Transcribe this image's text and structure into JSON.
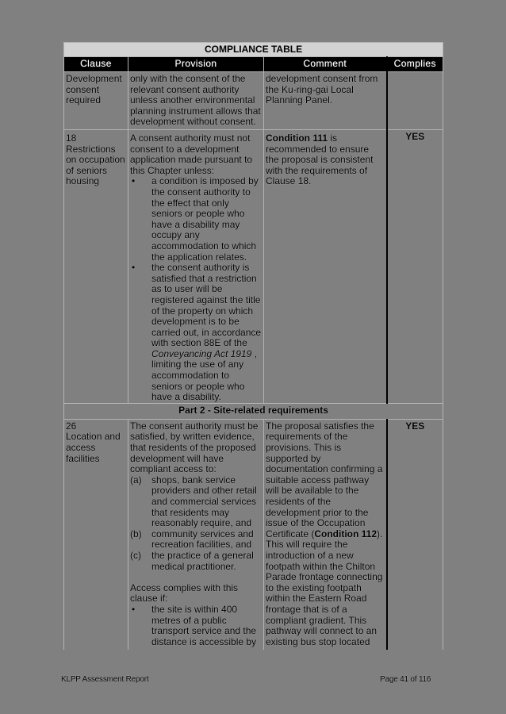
{
  "table": {
    "title": "COMPLIANCE TABLE",
    "headers": {
      "clause": "Clause",
      "provision": "Provision",
      "comment": "Comment",
      "complies": "Complies"
    },
    "row1": {
      "clause": "Development consent required",
      "provision": "only with the consent of the relevant consent authority unless another environmental planning instrument allows that development without consent.",
      "comment": "development consent from the Ku-ring-gai Local Planning Panel.",
      "complies": ""
    },
    "row2": {
      "clause_number": "18",
      "clause": "Restrictions on occupation of seniors housing",
      "provision_intro": "A consent authority must not consent to a development application made pursuant to this Chapter unless:",
      "bullet_marker": "•",
      "bullets": [
        {
          "text": "a condition is imposed by the consent authority to the effect that only seniors or people who have a disability may occupy any accommodation to which the application relates."
        },
        {
          "text_before": "the consent authority is satisfied that a restriction as to user will be registered against the title of the property on which development is to be carried out, in accordance with section 88E of the ",
          "text_italic": "Conveyancing Act 1919",
          "text_after": " , limiting the use of any accommodation to seniors or people who have a disability."
        }
      ],
      "comment_bold": "Condition 111",
      "comment": " is recommended to ensure the proposal is consistent with the requirements of Clause 18.",
      "complies": "YES"
    },
    "part_heading": "Part 2 - Site-related requirements",
    "row3": {
      "clause_number": "26",
      "clause": "Location and access facilities",
      "provision_intro": "The consent authority must be satisfied, by written evidence, that residents of the proposed development will have compliant access to:",
      "lettered_items": [
        {
          "marker": "(a)",
          "text": "shops, bank service providers and other retail and commercial services that residents may reasonably require, and"
        },
        {
          "marker": "(b)",
          "text": "community services and recreation facilities, and"
        },
        {
          "marker": "(c)",
          "text": "the practice of a general medical practitioner."
        }
      ],
      "access_intro": "Access complies with this clause if:",
      "bullet_marker": "•",
      "bullets": [
        {
          "text": "the site is within 400 metres of a public transport service and the distance is accessible by"
        }
      ],
      "comment_before": "The proposal satisfies the requirements of the provisions. This is supported by documentation confirming a suitable access pathway will be available to the residents of the development prior to the issue of the Occupation Certificate (",
      "comment_bold": "Condition 112",
      "comment_after": "). This will require the introduction of a new footpath within the Chilton Parade frontage connecting to the existing footpath within the Eastern Road frontage that is of a compliant gradient. This pathway will connect to an existing bus stop located",
      "complies": "YES"
    }
  },
  "footer": {
    "left": "KLPP Assessment Report",
    "right": "Page 41 of 116"
  }
}
